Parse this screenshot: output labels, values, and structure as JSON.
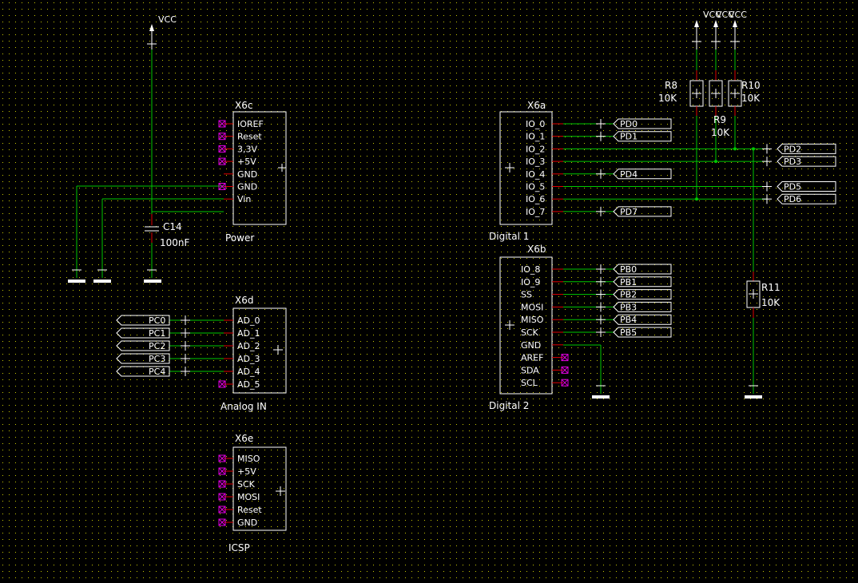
{
  "vcc_label": "VCC",
  "x6c": {
    "ref": "X6c",
    "name": "Power",
    "pins": [
      "IOREF",
      "Reset",
      "3,3V",
      "+5V",
      "GND",
      "GND",
      "Vin"
    ]
  },
  "x6d": {
    "ref": "X6d",
    "name": "Analog IN",
    "pins": [
      "AD_0",
      "AD_1",
      "AD_2",
      "AD_3",
      "AD_4",
      "AD_5"
    ],
    "nets": [
      "PC0",
      "PC1",
      "PC2",
      "PC3",
      "PC4"
    ]
  },
  "x6e": {
    "ref": "X6e",
    "name": "ICSP",
    "pins": [
      "MISO",
      "+5V",
      "SCK",
      "MOSI",
      "Reset",
      "GND"
    ]
  },
  "x6a": {
    "ref": "X6a",
    "name": "Digital 1",
    "pins": [
      "IO_0",
      "IO_1",
      "IO_2",
      "IO_3",
      "IO_4",
      "IO_5",
      "IO_6",
      "IO_7"
    ]
  },
  "x6b": {
    "ref": "X6b",
    "name": "Digital 2",
    "pins": [
      "IO_8",
      "IO_9",
      "SS",
      "MOSI",
      "MISO",
      "SCK",
      "GND",
      "AREF",
      "SDA",
      "SCL"
    ]
  },
  "digital1_nets": [
    "PD0",
    "PD1",
    "PD4",
    "PD7"
  ],
  "right_nets": [
    "PD2",
    "PD3",
    "PD5",
    "PD6"
  ],
  "digital2_nets": [
    "PB0",
    "PB1",
    "PB2",
    "PB3",
    "PB4",
    "PB5"
  ],
  "c14": {
    "ref": "C14",
    "value": "100nF"
  },
  "r8": {
    "ref": "R8",
    "value": "10K"
  },
  "r9": {
    "ref": "R9",
    "value": "10K"
  },
  "r10": {
    "ref": "R10",
    "value": "10K"
  },
  "r11": {
    "ref": "R11",
    "value": "10K"
  },
  "vcc_top": [
    "VCC",
    "VCC",
    "VCC"
  ],
  "colors": {
    "background": "#000000",
    "grid_dot": "#c8c800",
    "wire": "#00c800",
    "pin_stub": "#e00000",
    "no_connect": "#e000e0",
    "outline": "#ffffff"
  }
}
